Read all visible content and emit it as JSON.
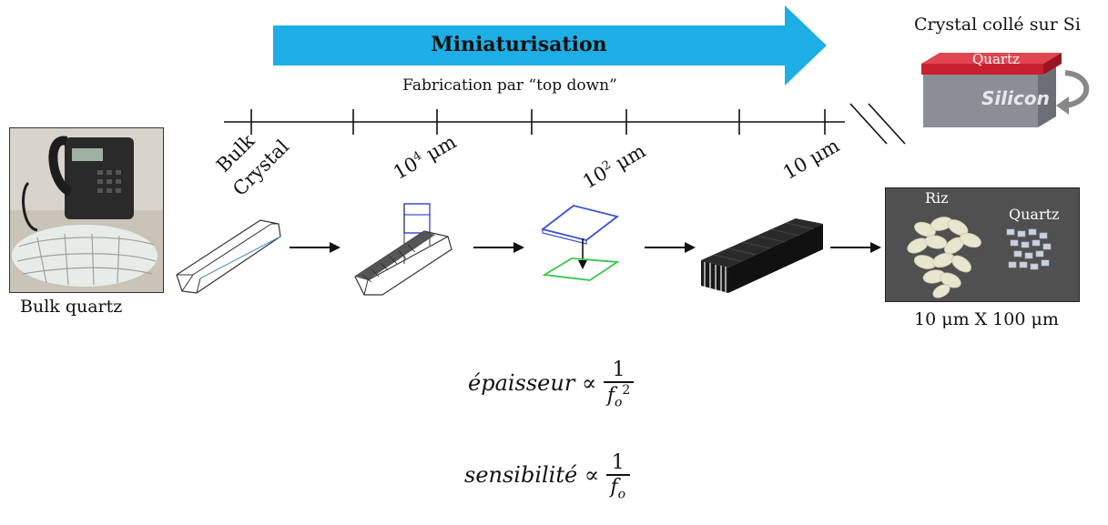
{
  "header": {
    "arrow_label": "Miniaturisation",
    "fabrication_label": "Fabrication par “top down”"
  },
  "scale": {
    "bulk_crystal_line1": "Bulk",
    "bulk_crystal_line2": "Crystal",
    "um_1e4_base": "10",
    "um_1e4_exp": "4",
    "um_1e4_unit": " μm",
    "um_1e2_base": "10",
    "um_1e2_exp": "2",
    "um_1e2_unit": " μm",
    "um_10": "10 μm"
  },
  "top_right": {
    "title": "Crystal collé sur Si",
    "quartz_label": "Quartz",
    "silicon_label": "Silicon"
  },
  "left_photo": {
    "caption": "Bulk quartz"
  },
  "right_photo": {
    "riz_label": "Riz",
    "quartz_label": "Quartz",
    "caption": "10 μm X 100 μm"
  },
  "equations": {
    "eq1_lhs": "épaisseur ∝",
    "eq1_num": "1",
    "eq1_den": "f",
    "eq1_den_sub": "o",
    "eq1_den_sup": "2",
    "eq2_lhs": "sensibilité ∝",
    "eq2_num": "1",
    "eq2_den": "f",
    "eq2_den_sub": "o"
  },
  "colors": {
    "arrow": "#1eaee6",
    "quartz_red": "#c8202e",
    "silicon_gray": "#8a8f96"
  }
}
